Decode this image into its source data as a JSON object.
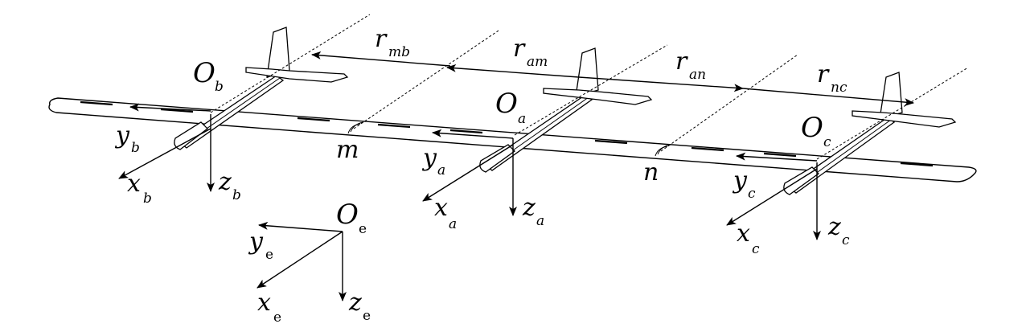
{
  "labels": {
    "Ob_main": "O",
    "Ob_sub": "b",
    "Oa_main": "O",
    "Oa_sub": "a",
    "Oc_main": "O",
    "Oc_sub": "c",
    "Oe_main": "O",
    "Oe_sub": "e",
    "rmb_main": "r",
    "rmb_sub": "mb",
    "ram_main": "r",
    "ram_sub": "am",
    "ran_main": "r",
    "ran_sub": "an",
    "rnc_main": "r",
    "rnc_sub": "nc",
    "m": "m",
    "n": "n",
    "yb_main": "y",
    "yb_sub": "b",
    "xb_main": "x",
    "xb_sub": "b",
    "zb_main": "z",
    "zb_sub": "b",
    "ya_main": "y",
    "ya_sub": "a",
    "xa_main": "x",
    "xa_sub": "a",
    "za_main": "z",
    "za_sub": "a",
    "yc_main": "y",
    "yc_sub": "c",
    "xc_main": "x",
    "xc_sub": "c",
    "zc_main": "z",
    "zc_sub": "c",
    "ye_main": "y",
    "ye_sub": "e",
    "xe_main": "x",
    "xe_sub": "e",
    "ze_main": "z",
    "ze_sub": "e"
  }
}
